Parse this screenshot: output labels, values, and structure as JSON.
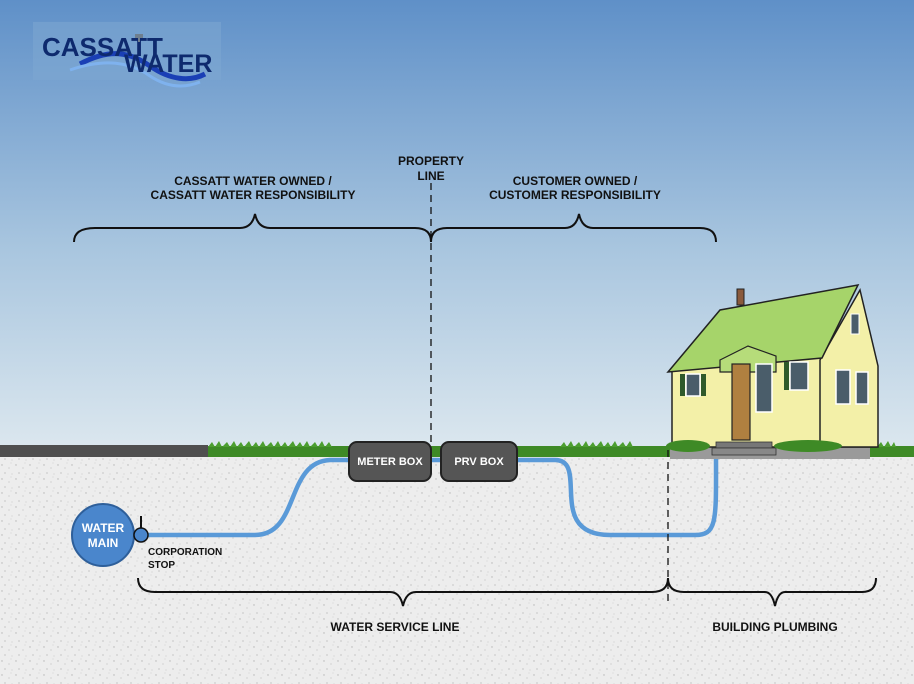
{
  "logo": {
    "line1": "CASSATT",
    "line2": "WATER",
    "wave_color": "#1a3fb5",
    "text_color": "#0e2a6e"
  },
  "labels": {
    "owned_line1": "CASSATT WATER OWNED /",
    "owned_line2": "CASSATT WATER RESPONSIBILITY",
    "property_line1": "PROPERTY",
    "property_line2": "LINE",
    "customer_line1": "CUSTOMER OWNED /",
    "customer_line2": "CUSTOMER RESPONSIBILITY",
    "water_main_line1": "WATER",
    "water_main_line2": "MAIN",
    "corp_line1": "CORPORATION",
    "corp_line2": "STOP",
    "meter_box": "METER BOX",
    "prv_box": "PRV BOX",
    "service_line": "WATER SERVICE LINE",
    "building_plumbing": "BUILDING PLUMBING"
  },
  "colors": {
    "sky_top": "#5f90c8",
    "sky_bottom": "#d9e6ee",
    "pipe": "#5a9ad8",
    "water_main": "#4a86cc",
    "grass": "#3e8a26",
    "box": "#555555",
    "house_wall": "#f3f0a8",
    "house_roof": "#a6d46a"
  }
}
